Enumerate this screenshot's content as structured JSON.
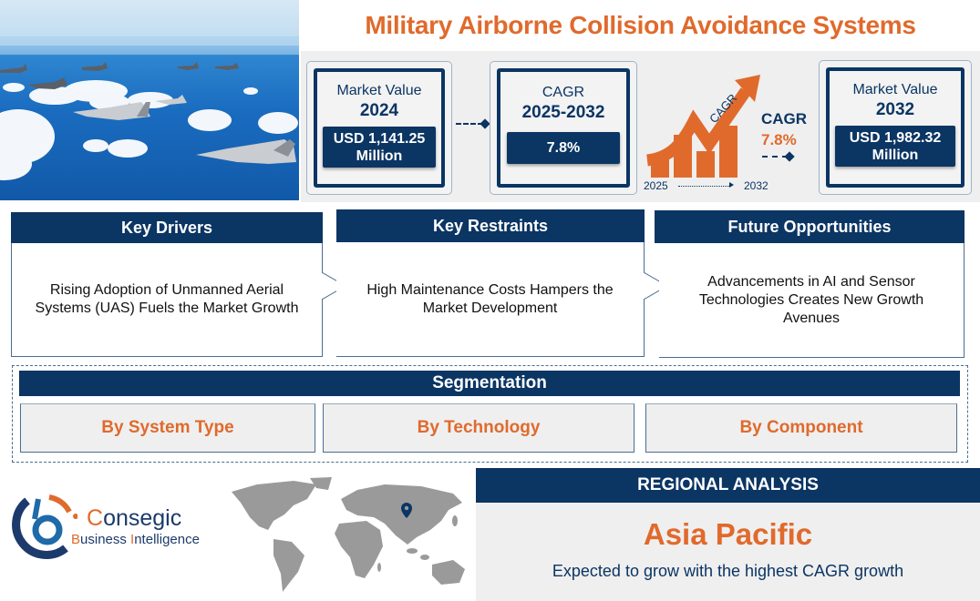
{
  "header": {
    "title": "Military Airborne Collision Avoidance Systems"
  },
  "hero": {
    "image_alt": "fighter-jets-formation-over-ocean"
  },
  "metrics": {
    "market_value_2024": {
      "label": "Market Value",
      "year": "2024",
      "value_line1": "USD 1,141.25",
      "value_line2": "Million"
    },
    "cagr": {
      "label": "CAGR",
      "period": "2025-2032",
      "value": "7.8%"
    },
    "cagr_graphic": {
      "arrow_label": "CAGR",
      "label": "CAGR",
      "value": "7.8%",
      "start_year": "2025",
      "end_year": "2032"
    },
    "market_value_2032": {
      "label": "Market Value",
      "year": "2032",
      "value_line1": "USD 1,982.32",
      "value_line2": "Million"
    }
  },
  "sections": [
    {
      "title": "Key Drivers",
      "text": "Rising Adoption of Unmanned Aerial Systems (UAS) Fuels the Market Growth"
    },
    {
      "title": "Key Restraints",
      "text": "High Maintenance Costs Hampers the Market Development"
    },
    {
      "title": "Future Opportunities",
      "text": "Advancements in AI and Sensor Technologies Creates New Growth Avenues"
    }
  ],
  "segmentation": {
    "title": "Segmentation",
    "items": [
      "By System Type",
      "By Technology",
      "By Component"
    ]
  },
  "brand": {
    "name_first": "C",
    "name_rest": "onsegic",
    "tag_b": "B",
    "tag_usiness": "usiness ",
    "tag_i": "I",
    "tag_ntelligence": "ntelligence"
  },
  "regional": {
    "title": "REGIONAL ANALYSIS",
    "region": "Asia Pacific",
    "description": "Expected to grow with the highest CAGR growth"
  },
  "colors": {
    "navy": "#0b3563",
    "orange": "#e06a2c",
    "panel_gray": "#efefef",
    "map_gray": "#9a9a9a"
  }
}
